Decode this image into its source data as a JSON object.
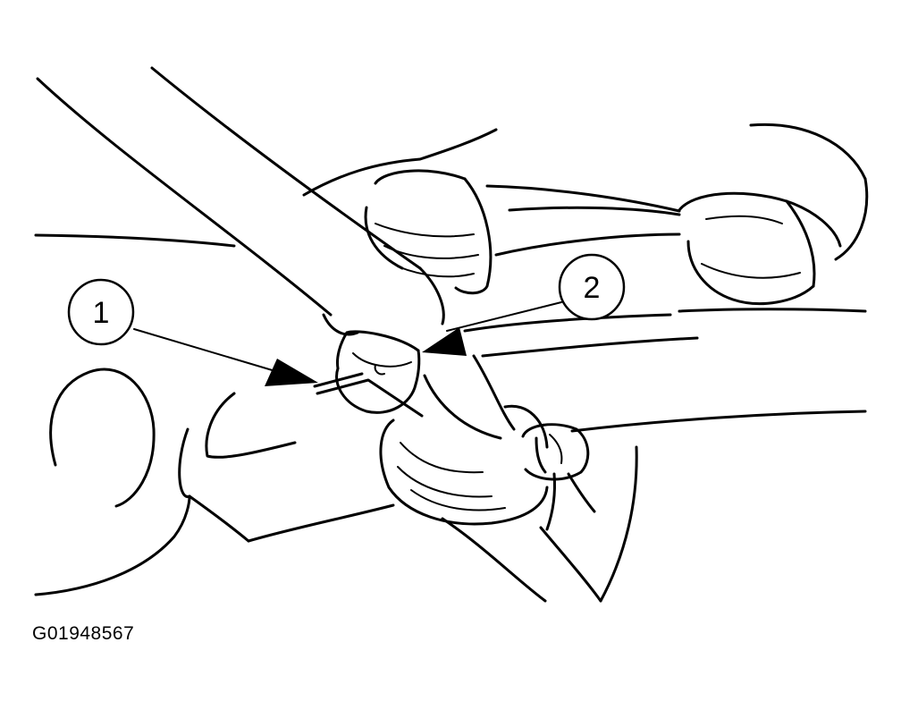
{
  "callouts": [
    {
      "label": "1"
    },
    {
      "label": "2"
    }
  ],
  "figure_id": "G01948567"
}
